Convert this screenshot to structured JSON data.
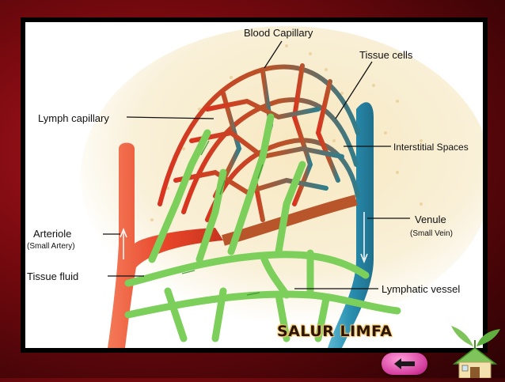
{
  "diagram": {
    "labels": {
      "blood_capillary": "Blood Capillary",
      "tissue_cells": "Tissue cells",
      "lymph_capillary": "Lymph capillary",
      "interstitial_spaces": "Interstitial Spaces",
      "arteriole": "Arteriole",
      "arteriole_sub": "(Small Artery)",
      "venule": "Venule",
      "venule_sub": "(Small Vein)",
      "tissue_fluid": "Tissue fluid",
      "lymphatic_vessel": "Lymphatic vessel"
    }
  },
  "slide": {
    "title": "SALUR LIMFA"
  },
  "nav": {
    "back_icon": "left-arrow-icon",
    "home_icon": "home-icon"
  },
  "colors": {
    "background": "#7a0a10",
    "arteriole": "#e8452a",
    "venule": "#2a8fb0",
    "lymph": "#7ccf5a",
    "tissue": "#f6ecd0",
    "button": "#d43d9d"
  }
}
